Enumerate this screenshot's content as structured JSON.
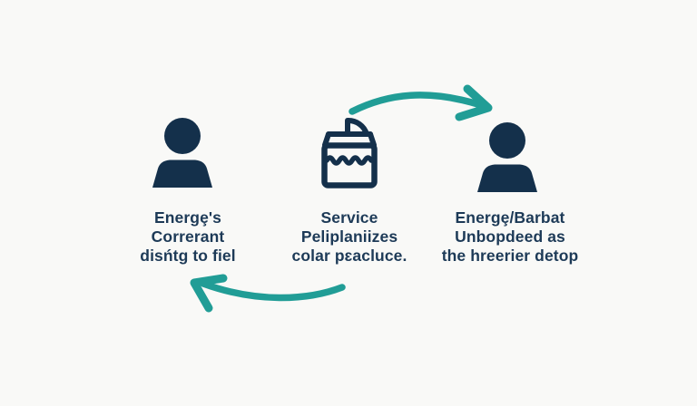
{
  "diagram": {
    "columns": [
      {
        "icon": "person",
        "lines": [
          "Energȩ's",
          "Correrant",
          "disńtg to fiel"
        ]
      },
      {
        "icon": "open-envelope-letter",
        "lines": [
          "Service",
          "Peliplaniizes",
          "colar pɛacluce."
        ]
      },
      {
        "icon": "person",
        "lines": [
          "Energȩ/Barbat",
          "Unbopdeed as",
          "the hreerier detop"
        ]
      }
    ],
    "arrows": [
      {
        "name": "top-arrow",
        "direction": "left-to-right"
      },
      {
        "name": "bottom-arrow",
        "direction": "right-to-left"
      }
    ],
    "colors": {
      "icon_navy": "#14304b",
      "text_navy": "#1d3a57",
      "arrow_teal": "#219d96",
      "background": "#f9f9f7"
    }
  }
}
